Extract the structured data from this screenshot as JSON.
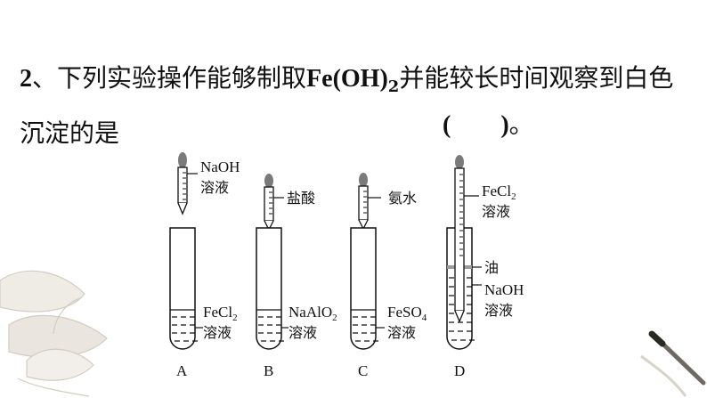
{
  "question": {
    "number": "2",
    "sep": "、",
    "text_before": "下列实验操作能够制取",
    "formula_main": "Fe(OH)",
    "formula_sub": "2",
    "text_after": "并能较长时间观察到白色沉淀的是",
    "answer_open": "(",
    "answer_close": ")",
    "answer_end": "。"
  },
  "apparatus": [
    {
      "letter": "A",
      "dropper_label": [
        "NaOH",
        "溶液"
      ],
      "solution_main": "FeCl",
      "solution_sub": "2",
      "solution_line2": "溶液"
    },
    {
      "letter": "B",
      "dropper_label": [
        "盐酸"
      ],
      "solution_main": "NaAlO",
      "solution_sub": "2",
      "solution_line2": "溶液"
    },
    {
      "letter": "C",
      "dropper_label": [
        "氨水"
      ],
      "solution_main": "FeSO",
      "solution_sub": "4",
      "solution_line2": "溶液"
    },
    {
      "letter": "D",
      "dropper_main": "FeCl",
      "dropper_sub": "2",
      "dropper_line2": "溶液",
      "oil_label": "油",
      "solution_line1": "NaOH",
      "solution_line2": "溶液"
    }
  ],
  "colors": {
    "text": "#111111",
    "bulb": "#7a7a7a",
    "oil": "#9a9a9a",
    "decor": "#b9b2a6"
  }
}
